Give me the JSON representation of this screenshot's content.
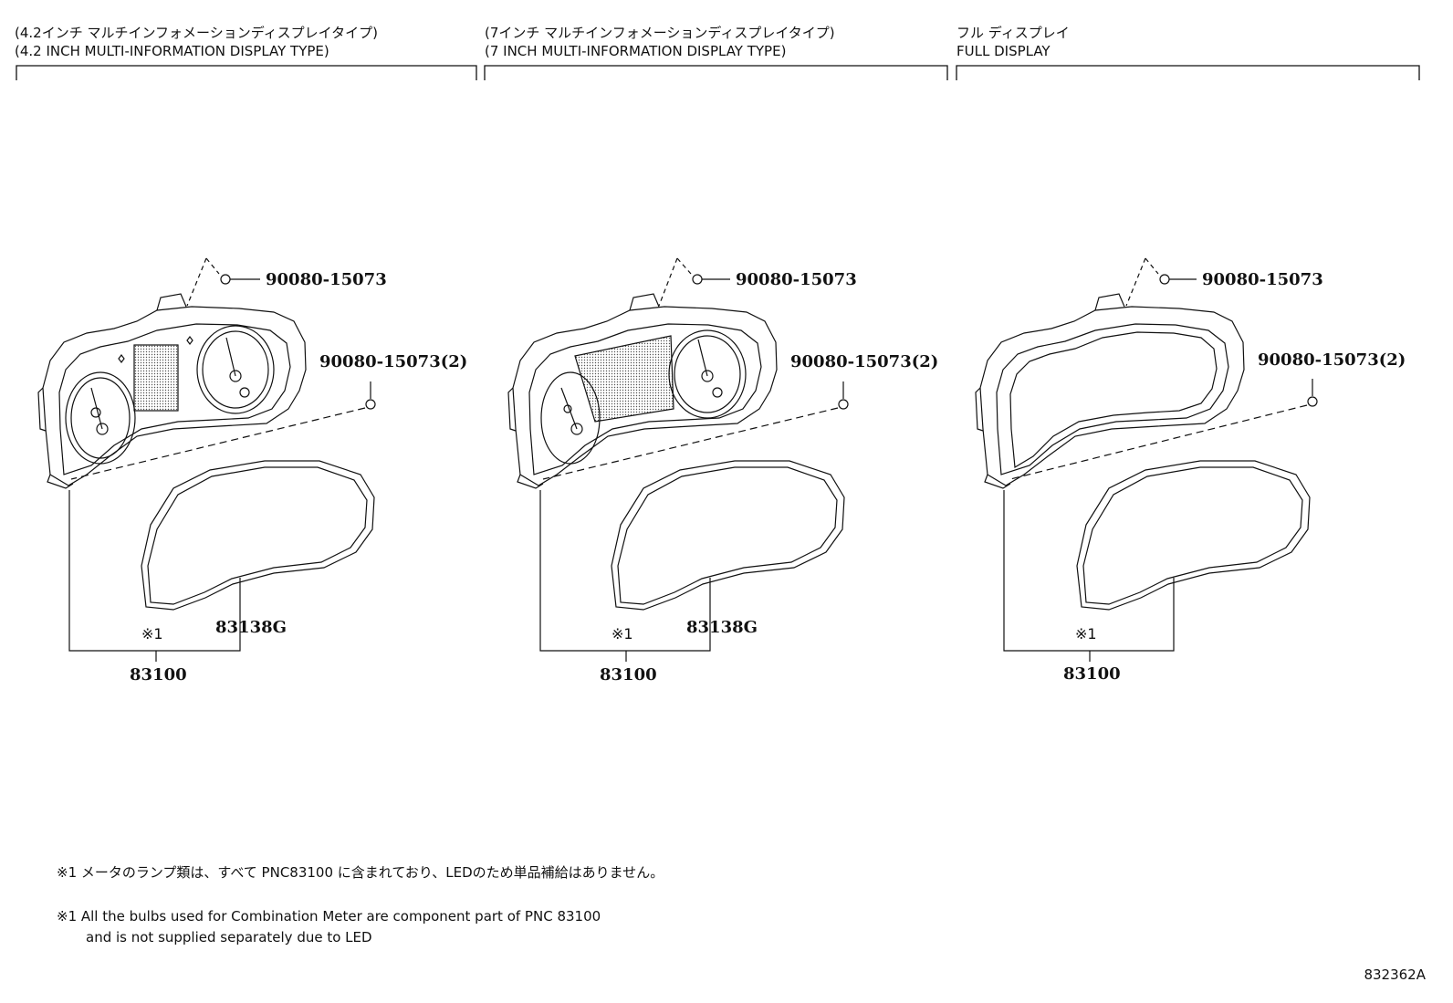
{
  "columns": [
    {
      "header_jp": "(4.2インチ マルチインフォメーションディスプレイタイプ)",
      "header_en": "(4.2 INCH MULTI-INFORMATION DISPLAY TYPE)",
      "bolt_single": "90080-15073",
      "bolt_double": "90080-15073(2)",
      "lens": "83138G",
      "note_mark": "※1",
      "meter": "83100"
    },
    {
      "header_jp": "(7インチ マルチインフォメーションディスプレイタイプ)",
      "header_en": "(7 INCH MULTI-INFORMATION DISPLAY TYPE)",
      "bolt_single": "90080-15073",
      "bolt_double": "90080-15073(2)",
      "lens": "83138G",
      "note_mark": "※1",
      "meter": "83100"
    },
    {
      "header_jp": "フル ディスプレイ",
      "header_en": "FULL DISPLAY",
      "bolt_single": "90080-15073",
      "bolt_double": "90080-15073(2)",
      "note_mark": "※1",
      "meter": "83100"
    }
  ],
  "notes": {
    "jp": "※1 メータのランプ類は、すべて PNC83100 に含まれており、LEDのため単品補給はありません。",
    "en_line1": "※1 All the bulbs used for Combination Meter are component part of PNC 83100",
    "en_line2": "and is not supplied separately due to LED"
  },
  "illustration_code": "832362A"
}
